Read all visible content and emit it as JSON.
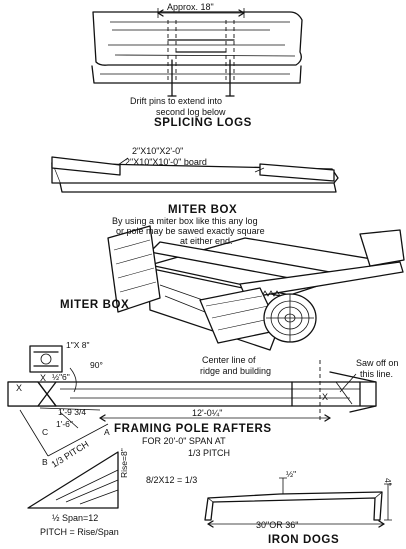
{
  "splicing": {
    "dimension": "Approx. 18\"",
    "note_line1": "Drift pins to extend into",
    "note_line2": "second log below",
    "heading": "SPLICING LOGS"
  },
  "miter_box_flat": {
    "label_1": "2\"X10\"X2'-0\"",
    "label_2": "2\"X10\"X10'-0\" board",
    "heading": "MITER BOX",
    "caption_line1": "By using a miter box like this any log",
    "caption_line2": "or pole may be sawed exactly square",
    "caption_line3": "at either end."
  },
  "miter_box_perspective": {
    "label": "MITER BOX"
  },
  "rafters": {
    "board_label": "1\"X 8\"",
    "angle_label": "90°",
    "width_label": "6\"",
    "half_label": "½\"",
    "dim_one": "1'-9 3/4",
    "dim_c": "C",
    "dim_c_value": "1'-6\"",
    "point_a": "A",
    "point_b": "B",
    "x_left": "X",
    "x_mid": "X",
    "x_right": "X",
    "center_line1": "Center line of",
    "center_line2": "ridge and building",
    "saw_off_line1": "Saw off on",
    "saw_off_line2": "this line.",
    "length": "12'-0¼\"",
    "heading": "FRAMING POLE RAFTERS",
    "sub_line1": "FOR 20'-0\" SPAN AT",
    "sub_line2": "1/3 PITCH"
  },
  "pitch": {
    "triangle_label": "1/3 PITCH",
    "rise_label": "Rise=8\"",
    "ratio": "8/2X12 = 1/3",
    "span_label": "½ Span=12",
    "formula": "PITCH = Rise/Span"
  },
  "iron_dogs": {
    "gap_label": "½\"",
    "height_label": "4\"",
    "length_label": "30\"OR 36\"",
    "heading": "IRON DOGS"
  }
}
